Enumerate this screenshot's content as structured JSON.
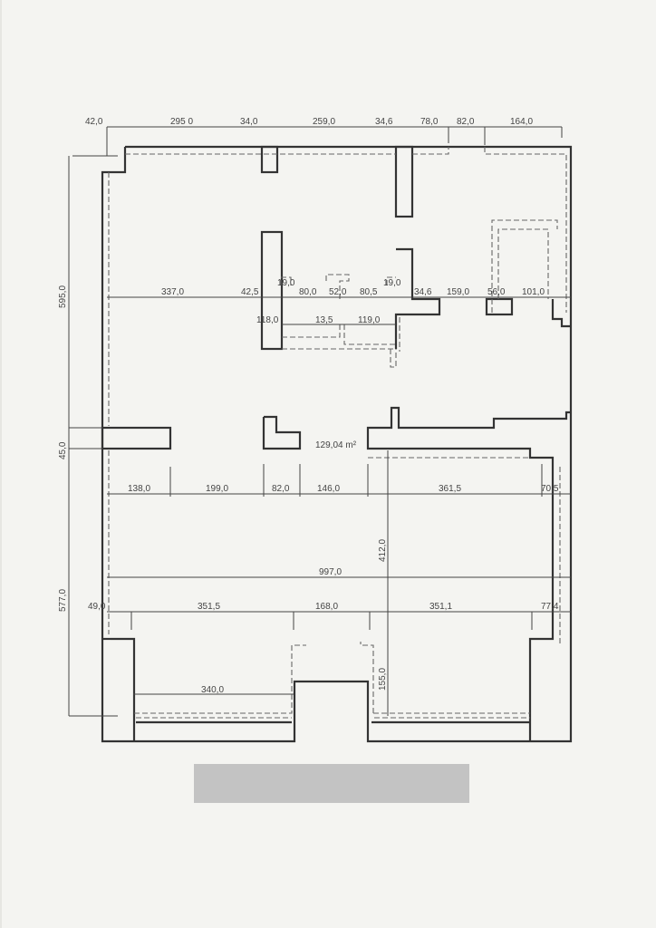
{
  "plan": {
    "area_label": "129,04 m²",
    "top_dims": [
      "42,0",
      "295 0",
      "34,0",
      "259,0",
      "34,6",
      "78,0",
      "82,0",
      "164,0"
    ],
    "row2_dims": [
      "337,0",
      "42,5",
      "19,0",
      "80,0",
      "52,0",
      "80,5",
      "19,0",
      "34,6",
      "159,0",
      "56,0",
      "101,0"
    ],
    "row3_dims": [
      "118,0",
      "13,5",
      "119,0"
    ],
    "row4_dims": [
      "138,0",
      "199,0",
      "82,0",
      "146,0",
      "361,5",
      "70,5"
    ],
    "full_width": "997,0",
    "row6_dims": [
      "49,0",
      "351,5",
      "168,0",
      "351,1",
      "77,4"
    ],
    "bottom_dims": [
      "340,0"
    ],
    "left_dims": [
      "595,0",
      "45,0",
      "577,0"
    ],
    "vertical_dims": [
      "412,0",
      "155,0"
    ]
  },
  "redaction": {
    "color": "#c3c3c3"
  }
}
